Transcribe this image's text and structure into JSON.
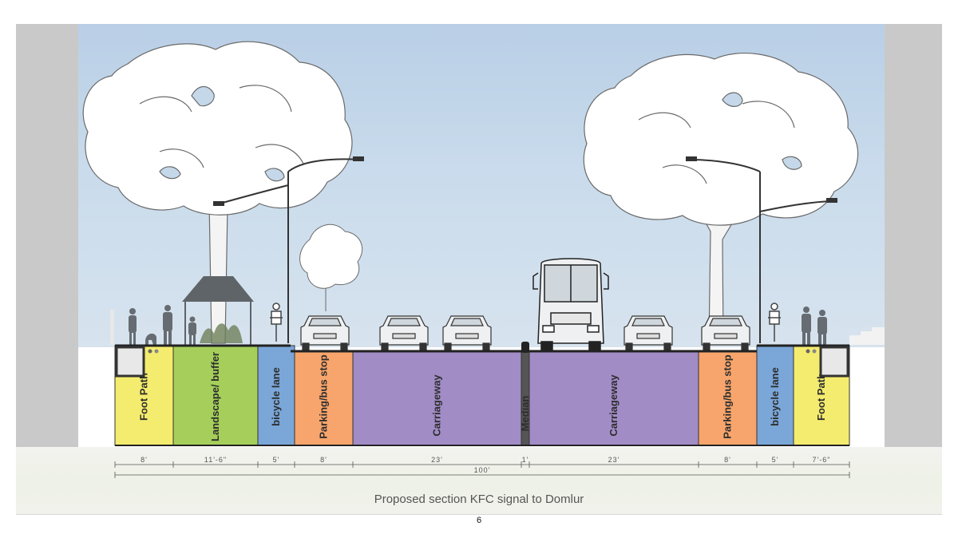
{
  "zones": [
    {
      "label": "Foot Path",
      "width": "8'",
      "color": "#f4ec6e"
    },
    {
      "label": "Landscape/ buffer",
      "width": "11'-6\"",
      "color": "#a5cf5a"
    },
    {
      "label": "bicycle lane",
      "width": "5'",
      "color": "#7aa6d8"
    },
    {
      "label": "Parking/bus stop",
      "width": "8'",
      "color": "#f7a56c"
    },
    {
      "label": "Carriageway",
      "width": "23'",
      "color": "#a18cc6"
    },
    {
      "label": "Median",
      "width": "1'",
      "color": "#a18cc6"
    },
    {
      "label": "Carriageway",
      "width": "23'",
      "color": "#a18cc6"
    },
    {
      "label": "Parking/bus stop",
      "width": "8'",
      "color": "#f7a56c"
    },
    {
      "label": "bicycle lane",
      "width": "5'",
      "color": "#7aa6d8"
    },
    {
      "label": "Foot Path",
      "width": "7'-6\"",
      "color": "#f4ec6e"
    }
  ],
  "total_width": "100'",
  "caption": "Proposed section KFC signal to Domlur",
  "page_number": "6"
}
